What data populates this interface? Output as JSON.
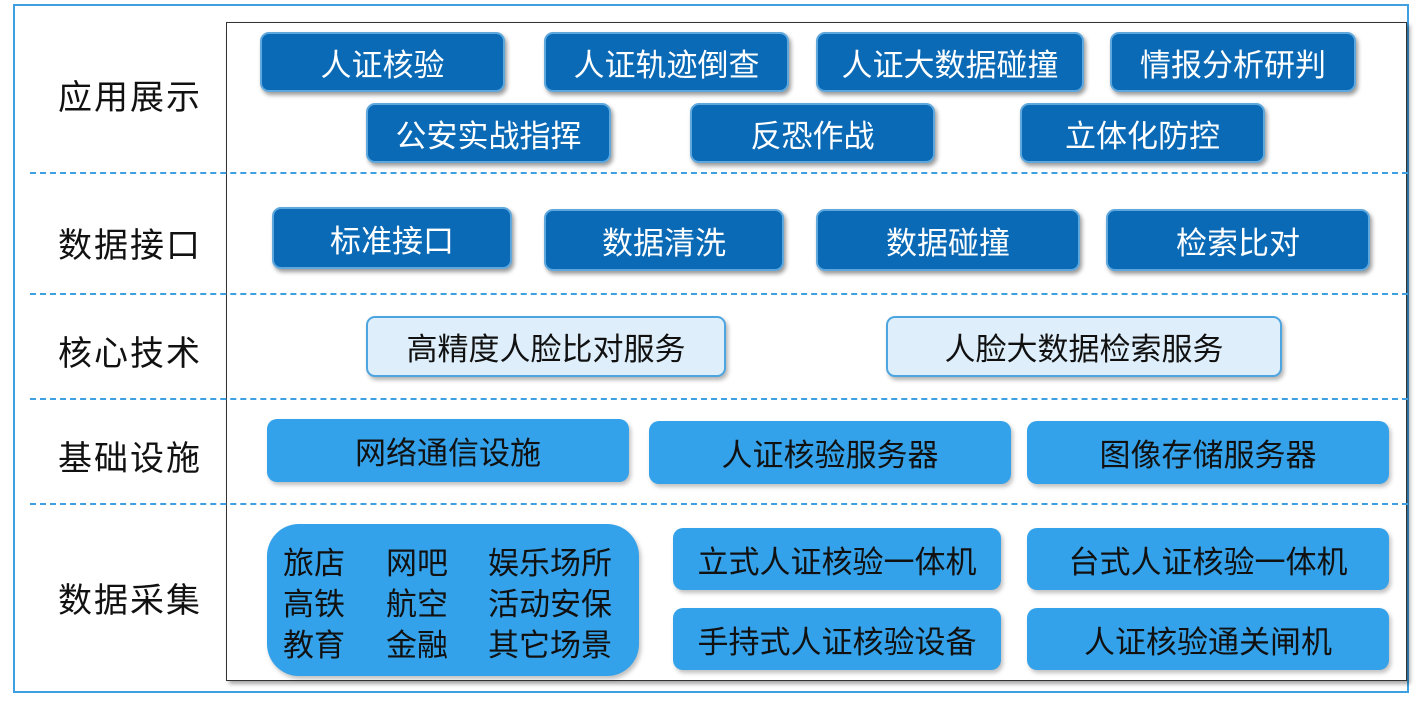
{
  "layers": {
    "application": {
      "label": "应用展示",
      "items": [
        "人证核验",
        "人证轨迹倒查",
        "人证大数据碰撞",
        "情报分析研判",
        "公安实战指挥",
        "反恐作战",
        "立体化防控"
      ]
    },
    "interface": {
      "label": "数据接口",
      "items": [
        "标准接口",
        "数据清洗",
        "数据碰撞",
        "检索比对"
      ]
    },
    "core": {
      "label": "核心技术",
      "items": [
        "高精度人脸比对服务",
        "人脸大数据检索服务"
      ]
    },
    "infrastructure": {
      "label": "基础设施",
      "items": [
        "网络通信设施",
        "人证核验服务器",
        "图像存储服务器"
      ]
    },
    "collection": {
      "label": "数据采集",
      "scenes": [
        "旅店",
        "网吧",
        "娱乐场所",
        "高铁",
        "航空",
        "活动安保",
        "教育",
        "金融",
        "其它场景"
      ],
      "devices": [
        "立式人证核验一体机",
        "台式人证核验一体机",
        "手持式人证核验设备",
        "人证核验通关闸机"
      ]
    }
  },
  "colors": {
    "frame": "#3ea0e0",
    "dark_box": "#0a6ab6",
    "light_box": "#deeffb",
    "mid_box": "#33a2ea"
  }
}
